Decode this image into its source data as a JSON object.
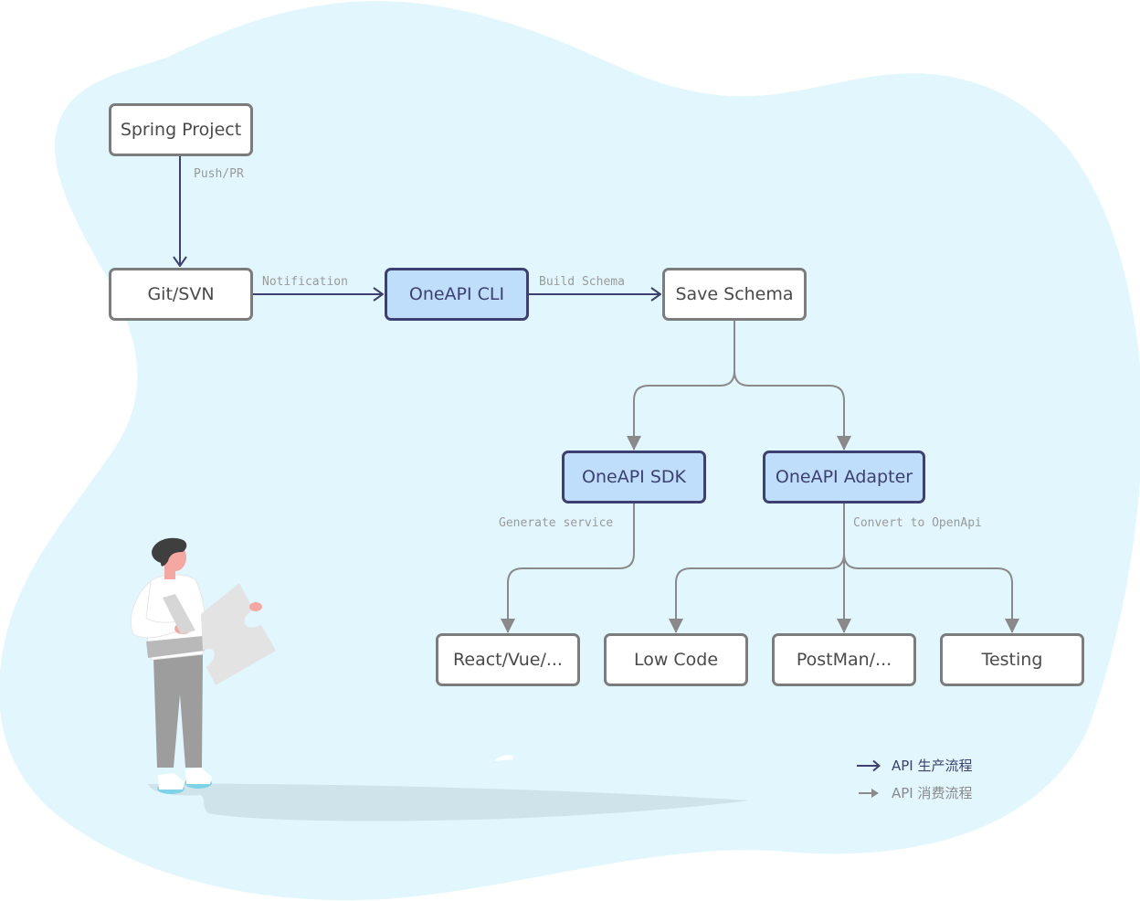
{
  "colors": {
    "background_blob": "#e2f7fd",
    "production_flow": "#3d4070",
    "consumption_flow": "#8a8a8a",
    "primary_fill": "#bfdefb",
    "node_border": "#7c7c7c"
  },
  "nodes": {
    "spring_project": "Spring Project",
    "git_svn": "Git/SVN",
    "oneapi_cli": "OneAPI CLI",
    "save_schema": "Save Schema",
    "oneapi_sdk": "OneAPI SDK",
    "oneapi_adapter": "OneAPI Adapter",
    "react_vue": "React/Vue/...",
    "low_code": "Low Code",
    "postman": "PostMan/...",
    "testing": "Testing"
  },
  "edge_labels": {
    "push_pr": "Push/PR",
    "notification": "Notification",
    "build_schema": "Build Schema",
    "generate_service": "Generate service",
    "convert_to_openapi": "Convert to OpenApi"
  },
  "legend": {
    "production": "API 生产流程",
    "consumption": "API 消费流程"
  }
}
